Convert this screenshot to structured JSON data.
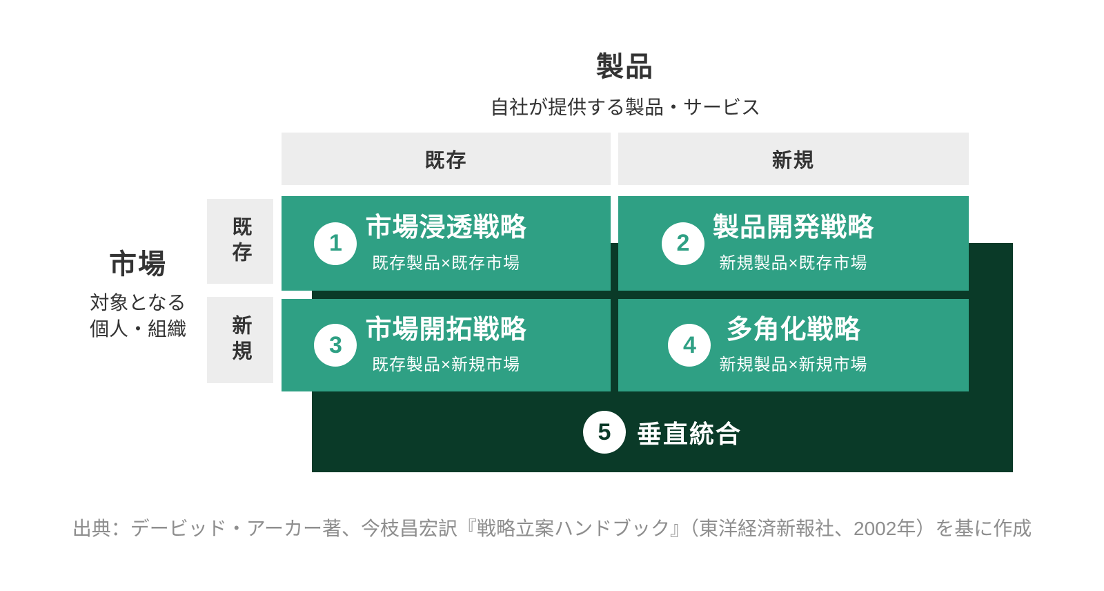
{
  "diagram": {
    "product_axis": {
      "title": "製品",
      "subtitle": "自社が提供する製品・サービス",
      "columns": [
        {
          "label": "既存"
        },
        {
          "label": "新規"
        }
      ]
    },
    "market_axis": {
      "title": "市場",
      "subtitle_lines": [
        "対象となる",
        "個人・組織"
      ],
      "rows": [
        {
          "label": "既存"
        },
        {
          "label": "新規"
        }
      ]
    },
    "cells": [
      {
        "number": "1",
        "title": "市場浸透戦略",
        "subtitle": "既存製品×既存市場"
      },
      {
        "number": "2",
        "title": "製品開発戦略",
        "subtitle": "新規製品×既存市場"
      },
      {
        "number": "3",
        "title": "市場開拓戦略",
        "subtitle": "既存製品×新規市場"
      },
      {
        "number": "4",
        "title": "多角化戦略",
        "subtitle": "新規製品×新規市場"
      }
    ],
    "vertical_integration": {
      "number": "5",
      "title": "垂直統合"
    },
    "citation": "出典：デービッド・アーカー著、今枝昌宏訳『戦略立案ハンドブック』（東洋経済新報社、2002年）を基に作成"
  },
  "colors": {
    "cell_green": "#2fa084",
    "panel_dark_green": "#0a3a28",
    "header_gray": "#ededed",
    "text_dark": "#333333",
    "citation_gray": "#8e8e8e",
    "background": "#ffffff"
  }
}
